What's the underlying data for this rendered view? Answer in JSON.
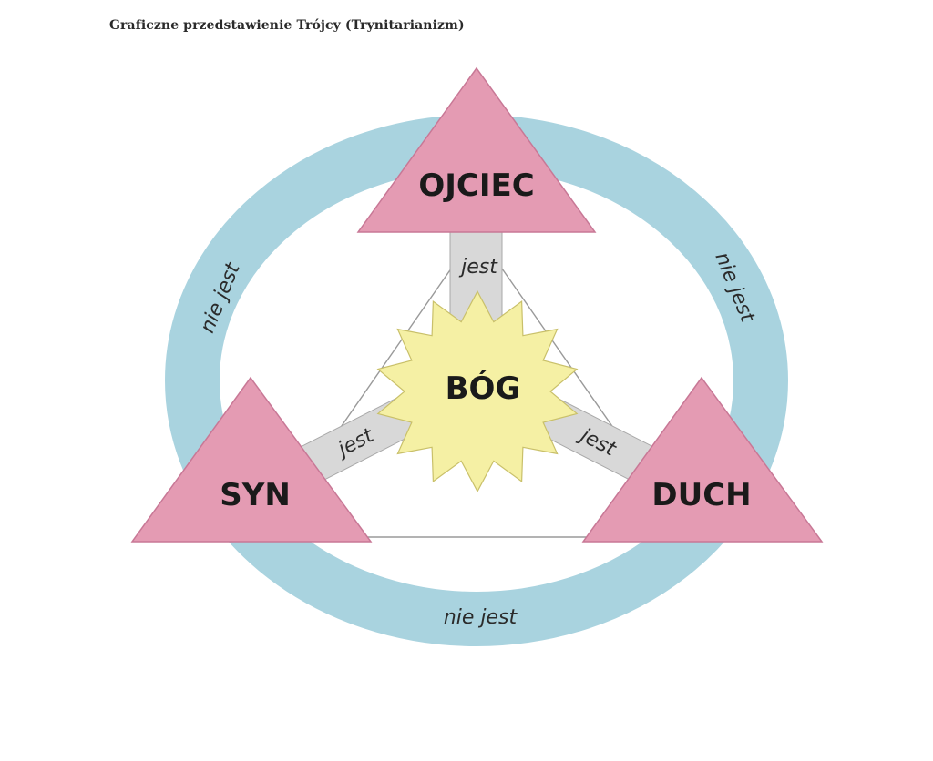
{
  "title": "Graficzne przedstawienie Trójcy (Trynitarianizm)",
  "colors": {
    "ring": "#a9d3df",
    "ring_edge": "#8ebccb",
    "triangle": "#e49bb3",
    "triangle_edge": "#c87896",
    "star": "#f5f0a4",
    "star_edge": "#c9c06a",
    "connector": "#d8d8d8",
    "connector_edge": "#a8a8a8",
    "line": "#9a9a9a"
  },
  "center": {
    "label": "BÓG"
  },
  "persons": {
    "top": "OJCIEC",
    "left": "SYN",
    "right": "DUCH"
  },
  "relations": {
    "is": "jest",
    "is_not": "nie jest"
  }
}
